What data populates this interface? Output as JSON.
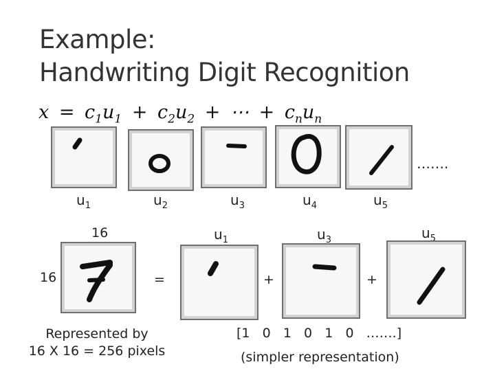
{
  "title_lines": [
    "Example:",
    "Handwriting Digit Recognition"
  ],
  "equation": {
    "lhs": "x",
    "equals": "=",
    "t1_coef": "c",
    "t1_coef_sub": "1",
    "t1_vec": "u",
    "t1_vec_sub": "1",
    "plus1": "+",
    "t2_coef": "c",
    "t2_coef_sub": "2",
    "t2_vec": "u",
    "t2_vec_sub": "2",
    "plus2": "+",
    "ellipsis": "⋯",
    "plus3": "+",
    "tn_coef": "c",
    "tn_coef_sub": "n",
    "tn_vec": "u",
    "tn_vec_sub": "n"
  },
  "basis_row": {
    "labels": [
      {
        "base": "u",
        "sub": "1"
      },
      {
        "base": "u",
        "sub": "2"
      },
      {
        "base": "u",
        "sub": "3"
      },
      {
        "base": "u",
        "sub": "4"
      },
      {
        "base": "u",
        "sub": "5"
      }
    ],
    "more": "……."
  },
  "example": {
    "width_label": "16",
    "height_label": "16",
    "equals": "=",
    "plus_a": "+",
    "plus_b": "+",
    "component_labels": [
      {
        "base": "u",
        "sub": "1"
      },
      {
        "base": "u",
        "sub": "3"
      },
      {
        "base": "u",
        "sub": "5"
      }
    ],
    "caption_line1": "Represented by",
    "caption_line2": "16 X 16 = 256  pixels",
    "vector": "[1   0   1   0   1   0   …….]",
    "vector_note": "(simpler representation)"
  }
}
